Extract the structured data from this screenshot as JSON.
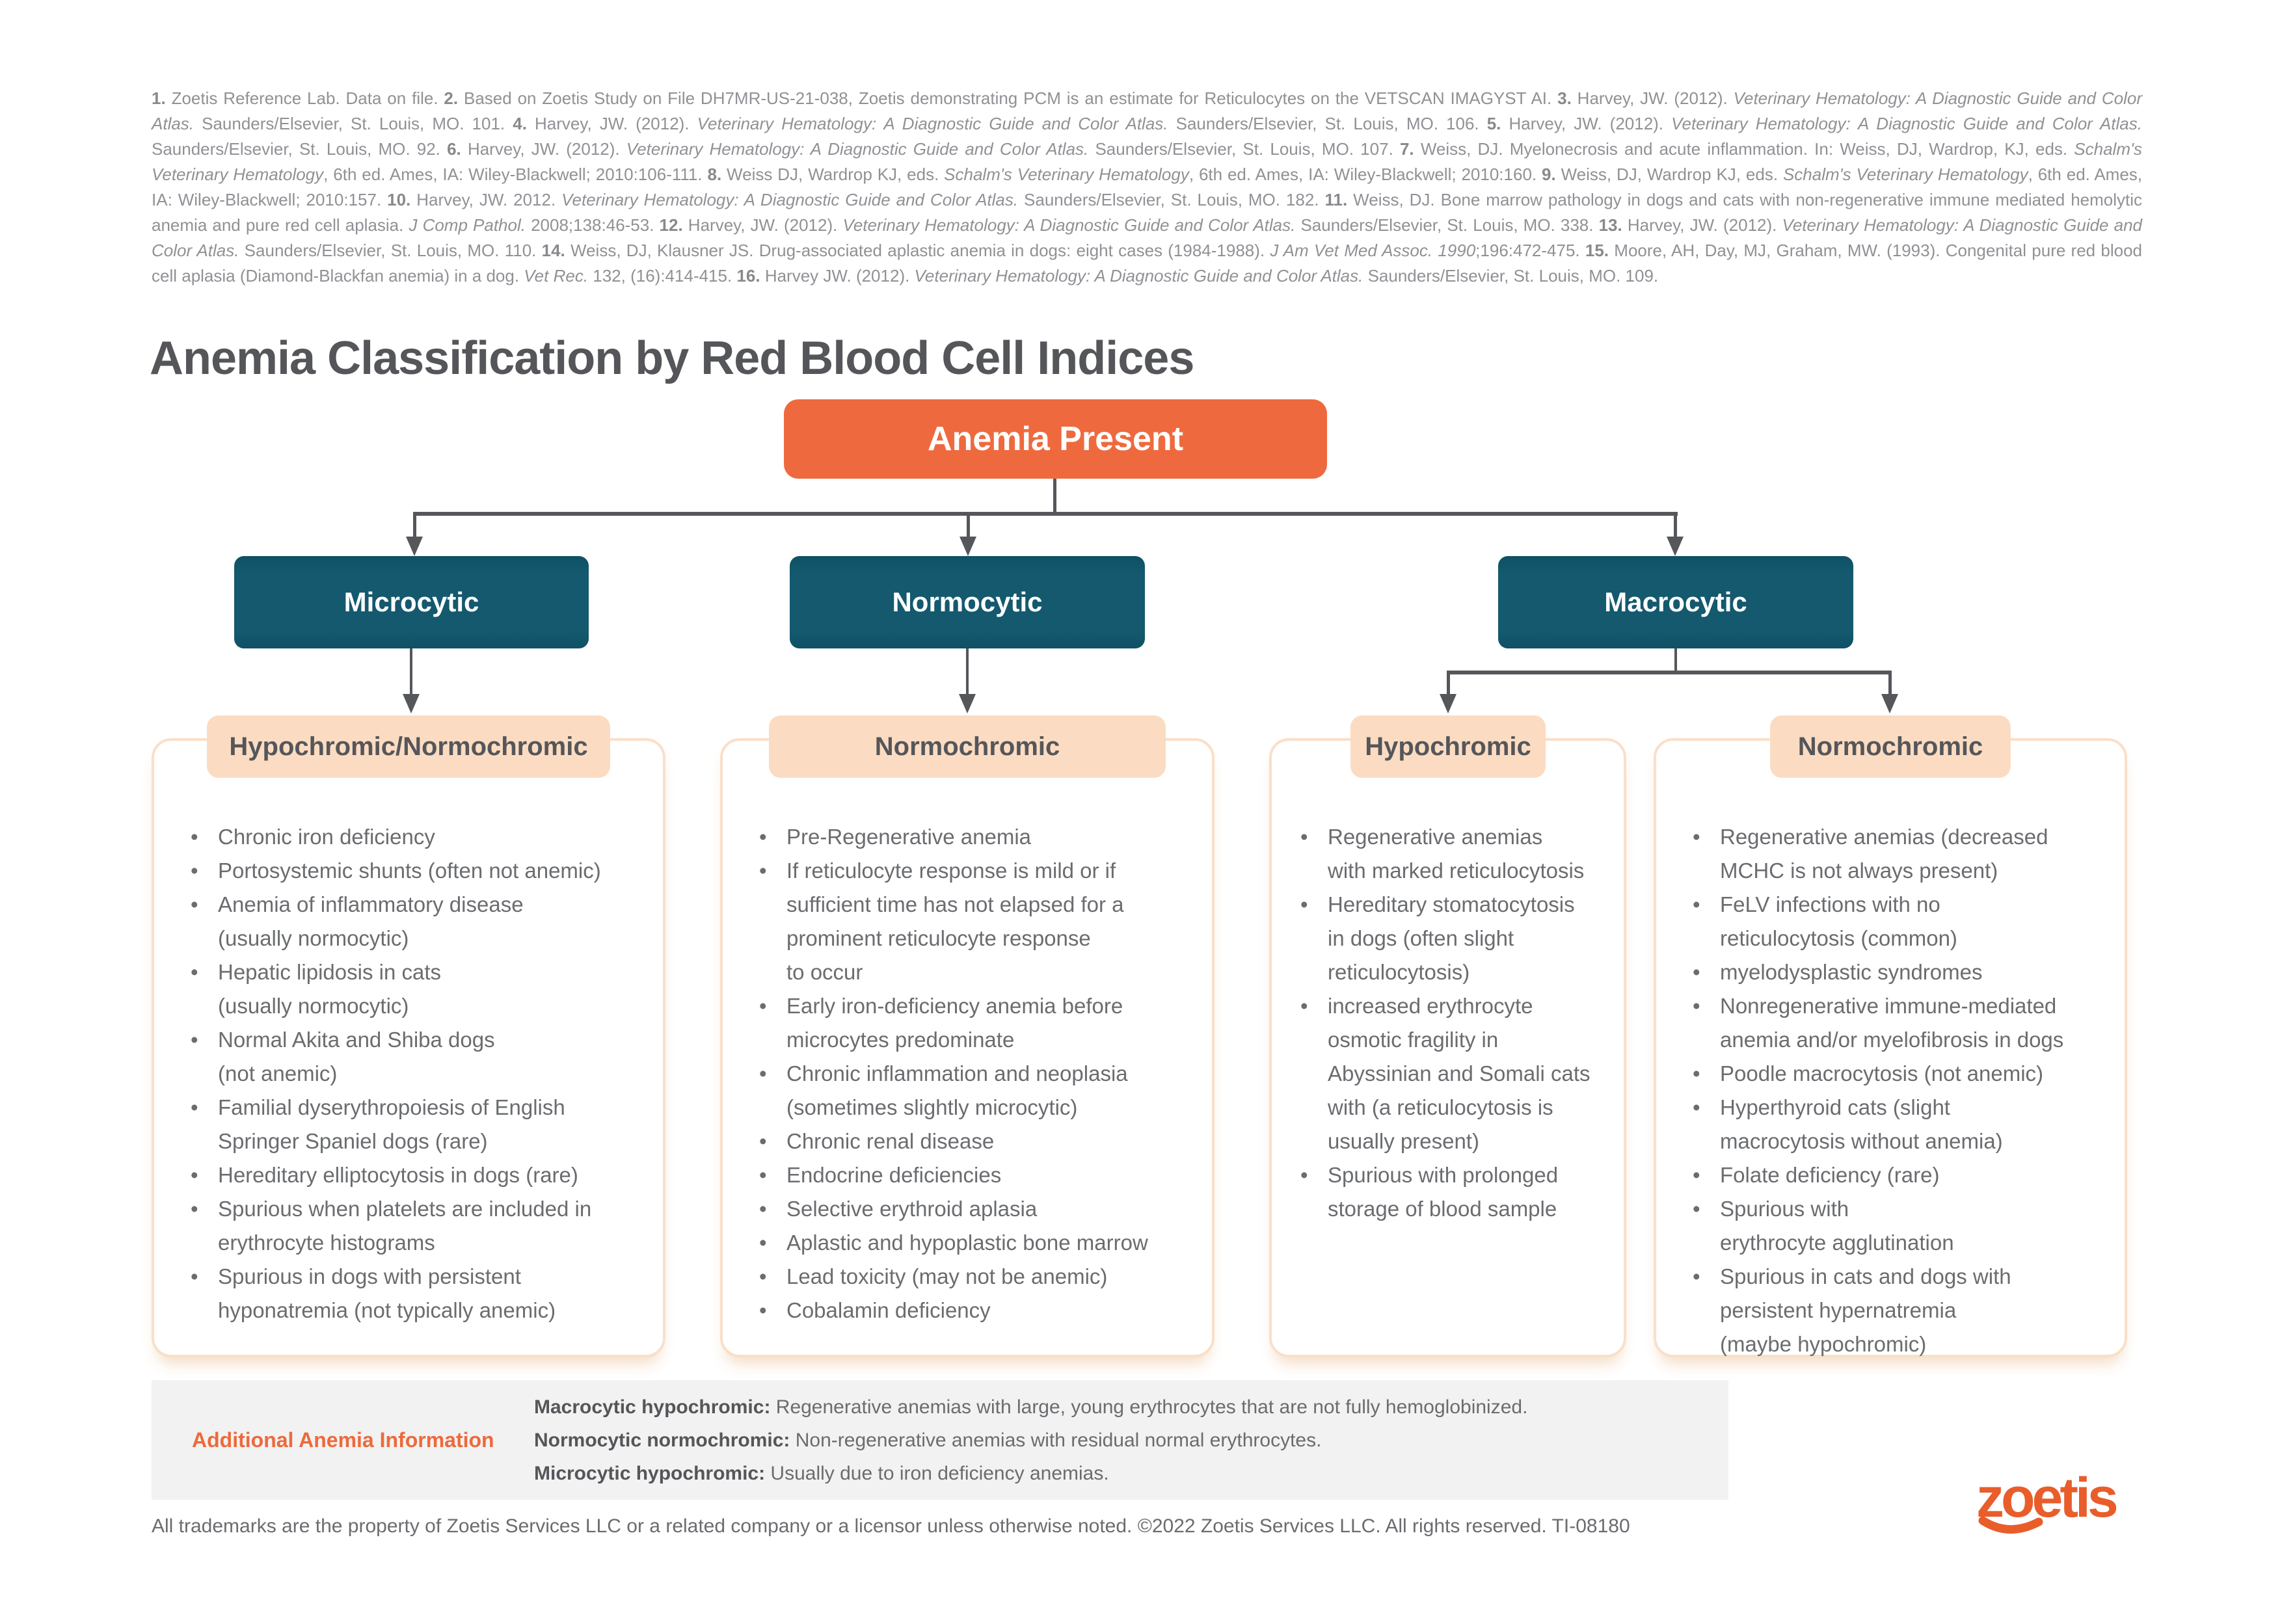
{
  "colors": {
    "orange": "#EE6A3E",
    "teal": "#14596E",
    "peach_pill": "#FBDCC2",
    "card_border": "#FADFC8",
    "line_gray": "#55575B",
    "body_text": "#6A6C6F",
    "dark_text": "#55565A",
    "reference_text": "#8F9195",
    "info_bg": "#F2F2F2"
  },
  "references": {
    "segments": [
      [
        "b",
        "1. "
      ],
      [
        "n",
        "Zoetis Reference Lab. Data on file. "
      ],
      [
        "b",
        "2. "
      ],
      [
        "n",
        "Based on Zoetis Study on File DH7MR-US-21-038, Zoetis demonstrating PCM is an estimate for Reticulocytes on the VETSCAN IMAGYST AI. "
      ],
      [
        "b",
        "3. "
      ],
      [
        "n",
        "Harvey, JW. (2012). "
      ],
      [
        "i",
        "Veterinary Hematology: A Diagnostic Guide and Color Atlas."
      ],
      [
        "n",
        " Saunders/Elsevier, St. Louis, MO. 101. "
      ],
      [
        "b",
        "4. "
      ],
      [
        "n",
        "Harvey, JW. (2012). "
      ],
      [
        "i",
        "Veterinary Hematology: A Diagnostic Guide and Color Atlas."
      ],
      [
        "n",
        " Saunders/Elsevier, St. Louis, MO. 106. "
      ],
      [
        "b",
        "5. "
      ],
      [
        "n",
        "Harvey, JW. (2012). "
      ],
      [
        "i",
        "Veterinary Hematology: A Diagnostic Guide and Color Atlas."
      ],
      [
        "n",
        " Saunders/Elsevier, St. Louis, MO. 92. "
      ],
      [
        "b",
        "6. "
      ],
      [
        "n",
        "Harvey, JW. (2012). "
      ],
      [
        "i",
        "Veterinary Hematology: A Diagnostic Guide and Color Atlas."
      ],
      [
        "n",
        " Saunders/Elsevier, St. Louis, MO. 107. "
      ],
      [
        "b",
        "7. "
      ],
      [
        "n",
        "Weiss, DJ. Myelonecrosis and acute inflammation. In: Weiss, DJ, Wardrop, KJ, eds. "
      ],
      [
        "i",
        "Schalm's Veterinary Hematology"
      ],
      [
        "n",
        ", 6th ed. Ames, IA: Wiley-Blackwell; 2010:106-111. "
      ],
      [
        "b",
        "8. "
      ],
      [
        "n",
        "Weiss DJ, Wardrop KJ, eds. "
      ],
      [
        "i",
        "Schalm's Veterinary Hematology"
      ],
      [
        "n",
        ", 6th ed. Ames, IA: Wiley-Blackwell; 2010:160. "
      ],
      [
        "b",
        "9. "
      ],
      [
        "n",
        "Weiss, DJ, Wardrop KJ, eds. "
      ],
      [
        "i",
        "Schalm's Veterinary Hematology"
      ],
      [
        "n",
        ", 6th ed. Ames, IA: Wiley-Blackwell; 2010:157. "
      ],
      [
        "b",
        "10. "
      ],
      [
        "n",
        "Harvey, JW. 2012. "
      ],
      [
        "i",
        "Veterinary Hematology: A Diagnostic Guide and Color Atlas."
      ],
      [
        "n",
        " Saunders/Elsevier, St. Louis, MO. 182. "
      ],
      [
        "b",
        "11. "
      ],
      [
        "n",
        "Weiss, DJ. Bone marrow pathology in dogs and cats with non-regenerative immune mediated hemolytic anemia and pure red cell aplasia. "
      ],
      [
        "i",
        "J Comp Pathol."
      ],
      [
        "n",
        " 2008;138:46-53. "
      ],
      [
        "b",
        "12. "
      ],
      [
        "n",
        "Harvey, JW. (2012). "
      ],
      [
        "i",
        "Veterinary Hematology: A Diagnostic Guide and Color Atlas."
      ],
      [
        "n",
        " Saunders/Elsevier, St. Louis, MO. 338. "
      ],
      [
        "b",
        "13. "
      ],
      [
        "n",
        "Harvey, JW. (2012). "
      ],
      [
        "i",
        "Veterinary Hematology: A Diagnostic Guide and Color Atlas."
      ],
      [
        "n",
        " Saunders/Elsevier, St. Louis, MO. 110. "
      ],
      [
        "b",
        "14. "
      ],
      [
        "n",
        "Weiss, DJ, Klausner JS. Drug-associated aplastic anemia in dogs: eight cases (1984-1988). "
      ],
      [
        "i",
        "J Am Vet Med Assoc. 1990"
      ],
      [
        "n",
        ";196:472-475. "
      ],
      [
        "b",
        "15. "
      ],
      [
        "n",
        "Moore, AH, Day, MJ, Graham, MW. (1993). Congenital pure red blood cell aplasia (Diamond-Blackfan anemia) in a dog. "
      ],
      [
        "i",
        "Vet Rec."
      ],
      [
        "n",
        " 132, (16):414-415. "
      ],
      [
        "b",
        "16. "
      ],
      [
        "n",
        "Harvey JW. (2012). "
      ],
      [
        "i",
        "Veterinary Hematology: A Diagnostic Guide and Color Atlas."
      ],
      [
        "n",
        " Saunders/Elsevier, St. Louis, MO. 109."
      ]
    ]
  },
  "title": "Anemia Classification by Red Blood Cell Indices",
  "flowchart": {
    "root": "Anemia Present",
    "branches": [
      {
        "label": "Microcytic"
      },
      {
        "label": "Normocytic"
      },
      {
        "label": "Macrocytic"
      }
    ]
  },
  "cards": [
    {
      "pill": "Hypochromic/Normochromic",
      "items": [
        "Chronic iron deficiency",
        "Portosystemic shunts (often not anemic)",
        "Anemia of inflammatory disease\n(usually normocytic)",
        "Hepatic lipidosis in cats\n(usually normocytic)",
        "Normal Akita and Shiba dogs\n(not anemic)",
        "Familial dyserythropoiesis of English\nSpringer Spaniel dogs (rare)",
        "Hereditary elliptocytosis in dogs (rare)",
        "Spurious when platelets are included in\nerythrocyte histograms",
        "Spurious in dogs with persistent\nhyponatremia (not typically anemic)"
      ]
    },
    {
      "pill": "Normochromic",
      "items": [
        "Pre-Regenerative anemia",
        "If reticulocyte response is mild or if\nsufficient time has not elapsed for a\nprominent reticulocyte response\nto occur",
        "Early iron-deficiency anemia before\nmicrocytes predominate",
        "Chronic inflammation and neoplasia\n(sometimes slightly microcytic)",
        "Chronic renal disease",
        "Endocrine deficiencies",
        "Selective erythroid aplasia",
        "Aplastic and hypoplastic bone marrow",
        "Lead toxicity (may not be anemic)",
        "Cobalamin deficiency"
      ]
    },
    {
      "pill": "Hypochromic",
      "items": [
        "Regenerative anemias\nwith marked reticulocytosis",
        "Hereditary stomatocytosis\nin dogs (often slight\nreticulocytosis)",
        "increased erythrocyte\nosmotic fragility in\nAbyssinian and Somali cats\nwith (a reticulocytosis is\nusually present)",
        "Spurious with prolonged\nstorage of blood sample"
      ]
    },
    {
      "pill": "Normochromic",
      "items": [
        "Regenerative anemias (decreased\nMCHC is not always present)",
        "FeLV infections with no\nreticulocytosis (common)",
        "myelodysplastic syndromes",
        "Nonregenerative immune-mediated\nanemia and/or myelofibrosis in dogs",
        "Poodle macrocytosis (not anemic)",
        "Hyperthyroid cats (slight\nmacrocytosis without anemia)",
        "Folate deficiency (rare)",
        "Spurious with\nerythrocyte agglutination",
        "Spurious in cats and dogs with\npersistent hypernatremia\n(maybe hypochromic)"
      ]
    }
  ],
  "additional_info": {
    "label": "Additional Anemia Information",
    "lines": [
      {
        "lead": "Macrocytic hypochromic:",
        "text": " Regenerative anemias with large, young erythrocytes that are not fully hemoglobinized."
      },
      {
        "lead": "Normocytic normochromic:",
        "text": " Non-regenerative anemias with residual normal erythrocytes."
      },
      {
        "lead": "Microcytic hypochromic:",
        "text": " Usually due to iron deficiency anemias."
      }
    ]
  },
  "footer": {
    "text": "All trademarks are the property of Zoetis Services LLC or a related company or a licensor unless otherwise noted. ©2022 Zoetis Services LLC. All rights reserved. TI-08180",
    "logo_text": "zoetis"
  }
}
